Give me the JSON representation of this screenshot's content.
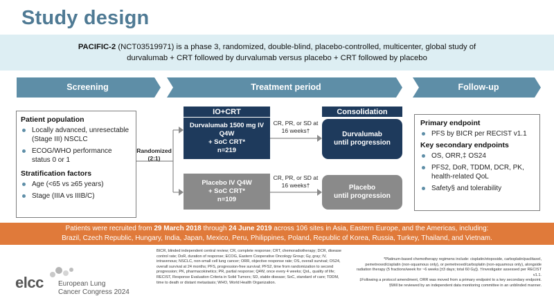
{
  "title": "Study design",
  "intro": {
    "study_name": "PACIFIC-2",
    "text_line1": " (NCT03519971) is a phase 3, randomized, double-blind, placebo-controlled, multicenter, global study of",
    "text_line2": "durvalumab + CRT followed by durvalumab versus placebo + CRT followed by placebo"
  },
  "phases": {
    "screening": "Screening",
    "treatment": "Treatment period",
    "followup": "Follow-up"
  },
  "population": {
    "header": "Patient population",
    "items": [
      "Locally advanced, unresectable (Stage III) NSCLC",
      "ECOG/WHO performance status 0 or 1"
    ],
    "strat_header": "Stratification factors",
    "strat_items": [
      "Age (<65 vs ≥65 years)",
      "Stage (IIIA vs IIIB/C)"
    ]
  },
  "randomized": "Randomized\n(2:1)",
  "io_crt": "IO+CRT",
  "consolidation": "Consolidation",
  "arm1": {
    "treatment": "Durvalumab 1500 mg IV Q4W\n+ SoC CRT*\nn=219",
    "response": "CR, PR, or SD at\n16 weeks†",
    "consolidation": "Durvalumab\nuntil progression"
  },
  "arm2": {
    "treatment": "Placebo IV Q4W\n+ SoC CRT*\nn=109",
    "response": "CR, PR, or SD at\n16 weeks†",
    "consolidation": "Placebo\nuntil progression"
  },
  "endpoints": {
    "primary_header": "Primary endpoint",
    "primary_items": [
      "PFS by BICR per RECIST v1.1"
    ],
    "secondary_header": "Key secondary endpoints",
    "secondary_items": [
      "OS, ORR,‡ OS24",
      "PFS2, DoR, TDDM, DCR, PK, health-related QoL",
      "Safety§ and tolerability"
    ]
  },
  "banner": {
    "part1": "Patients were recruited from ",
    "date1": "29 March 2018",
    "part2": " through ",
    "date2": "24 June 2019",
    "part3": " across 106 sites in Asia, Eastern Europe, and the Americas, including:",
    "line2": "Brazil, Czech Republic, Hungary, India, Japan, Mexico, Peru, Philippines, Poland, Republic of Korea, Russia, Turkey, Thailand, and Vietnam."
  },
  "abbreviations": "BICR, blinded independent central review; CR, complete response; CRT, chemoradiotherapy; DCR, disease control rate; DoR, duration of response; ECOG, Eastern Cooperative Oncology Group; Gy, gray; IV, intravenous; NSCLC, non-small cell lung cancer; ORR, objective response rate; OS, overall survival; OS24, overall survival at 24 months; PFS, progression-free survival; PFS2, time from randomization to second progression; PK, pharmacokinetics; PR, partial response; Q4W, once every 4 weeks; QoL, quality of life; RECIST, Response Evaluation Criteria in Solid Tumors; SD, stable disease; SoC, standard of care; TDDM, time to death or distant metastasis; WHO, World Health Organization.",
  "footnotes": [
    "*Platinum-based chemotherapy regimens include: cisplatin/etoposide, carboplatin/paclitaxel, pemetrexed/cisplatin (non-squamous only), or pemetrexed/carboplatin (non-squamous only), alongside radiation therapy (5 fractions/week for ~6 weeks [±3 days; total 60 Gy]). †Investigator assessed per RECIST v1.1.",
    "‡Following a protocol amendment, ORR was moved from a primary endpoint to a key secondary endpoint.",
    "§Will be reviewed by an independent data monitoring committee in an unblinded manner."
  ],
  "logo": {
    "mark": "elcc",
    "line1": "European Lung",
    "line2": "Cancer Congress 2024"
  },
  "colors": {
    "title": "#4f7a94",
    "phase": "#5e8ea7",
    "navy": "#1e3a5c",
    "grey": "#8a8a8a",
    "banner": "#e07a3a",
    "intro_bg": "#ddeef3"
  }
}
